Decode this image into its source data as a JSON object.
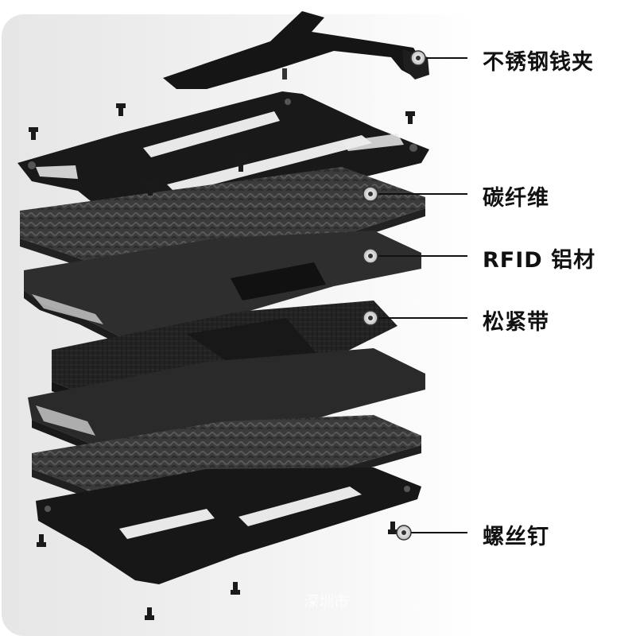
{
  "callouts": [
    {
      "id": "clip",
      "label": "不锈钢钱夹"
    },
    {
      "id": "carbon",
      "label": "碳纤维"
    },
    {
      "id": "rfid",
      "label": "RFID 铝材"
    },
    {
      "id": "strap",
      "label": "松紧带"
    },
    {
      "id": "screw",
      "label": "螺丝钉"
    }
  ],
  "watermark": "深圳市",
  "colors": {
    "frame": "#1b1b1b",
    "carbon": "#3a3a3a",
    "aluminum": "#2d2d2d",
    "strap": "#202020",
    "leader_line": "#111111"
  }
}
